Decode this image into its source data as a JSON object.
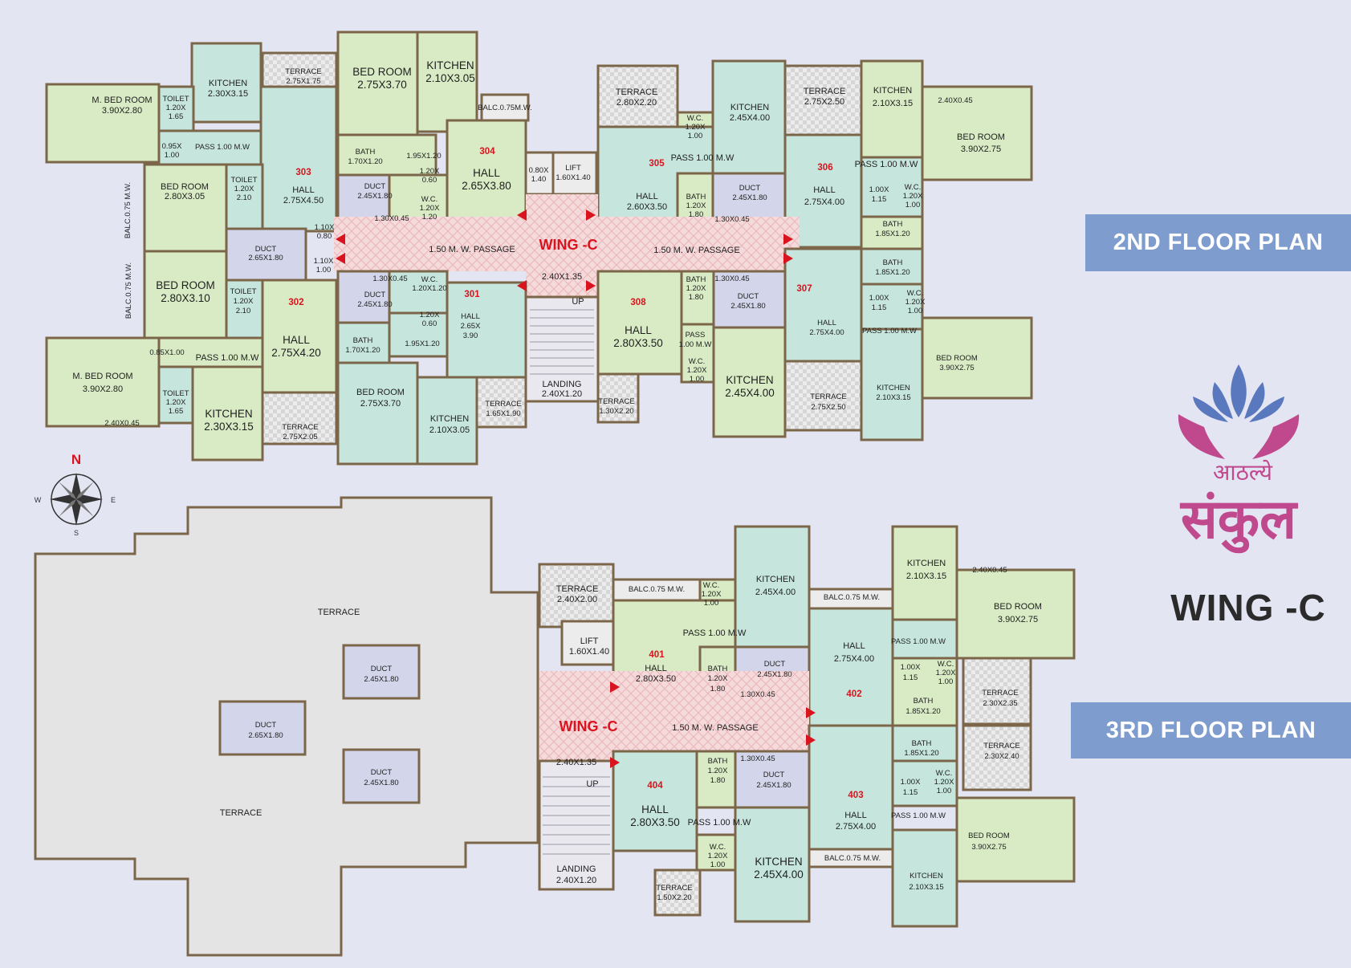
{
  "banners": {
    "floor2": "2ND  FLOOR PLAN",
    "floor3": "3RD  FLOOR PLAN"
  },
  "wing_label": "WING -C",
  "logo": {
    "top_word": "आठल्ये",
    "main_word": "संकुल",
    "color": "#c0498e",
    "lotus_color": "#5a78bd"
  },
  "compass": {
    "n": "N",
    "e": "E",
    "s": "S",
    "w": "W"
  },
  "colors": {
    "background": "#e3e5f3",
    "room_green": "#d8ebc4",
    "room_teal": "#c6e6dd",
    "passage": "#f3d7d9",
    "duct": "#d3d6ea",
    "terrace": "#e4e4e4",
    "wall": "#7b6649",
    "accent_red": "#d9141e",
    "banner": "#7f9ccf"
  },
  "floor2": {
    "wing": "WING -C",
    "passage_left": "1.50 M. W. PASSAGE",
    "passage_right": "1.50 M. W. PASSAGE",
    "stair_hall": "2.40X1.35",
    "up": "UP",
    "landing": [
      "LANDING",
      "2.40X1.20"
    ],
    "lift": [
      "LIFT",
      "1.60X1.40"
    ],
    "units": [
      "303",
      "304",
      "305",
      "306",
      "302",
      "301",
      "308",
      "307"
    ],
    "rooms": [
      [
        "M. BED ROOM",
        "3.90X2.80"
      ],
      [
        "KITCHEN",
        "2.30X3.15"
      ],
      [
        "TERRACE",
        "2.75X1.75"
      ],
      [
        "TOILET",
        "1.20X",
        "1.65"
      ],
      [
        "0.95X",
        "1.00"
      ],
      [
        "PASS 1.00 M.W"
      ],
      [
        "HALL",
        "2.75X4.50"
      ],
      [
        "BED ROOM",
        "2.80X3.05"
      ],
      [
        "TOILET",
        "1.20X",
        "2.10"
      ],
      [
        "BALC.0.75 M.W."
      ],
      [
        "DUCT",
        "2.65X1.80"
      ],
      [
        "1.10X",
        "0.80"
      ],
      [
        "1.10X",
        "1.00"
      ],
      [
        "BED ROOM",
        "2.75X3.70"
      ],
      [
        "KITCHEN",
        "2.10X3.05"
      ],
      [
        "BATH",
        "1.70X1.20"
      ],
      [
        "1.95X1.20"
      ],
      [
        "HALL",
        "2.65X3.80"
      ],
      [
        "BALC.0.75M.W."
      ],
      [
        "1.20X",
        "0.60"
      ],
      [
        "W.C.",
        "1.20X",
        "1.20"
      ],
      [
        "DUCT",
        "2.45X1.80"
      ],
      [
        "1.30X0.45"
      ],
      [
        "0.80X",
        "1.40"
      ],
      [
        "TERRACE",
        "2.80X2.20"
      ],
      [
        "W.C.",
        "1.20X",
        "1.00"
      ],
      [
        "KITCHEN",
        "2.45X4.00"
      ],
      [
        "PASS 1.00 M.W"
      ],
      [
        "HALL",
        "2.60X3.50"
      ],
      [
        "BATH",
        "1.20X",
        "1.80"
      ],
      [
        "DUCT",
        "2.45X1.80"
      ],
      [
        "1.30X0.45"
      ],
      [
        "TERRACE",
        "2.75X2.50"
      ],
      [
        "KITCHEN",
        "2.10X3.15"
      ],
      [
        "2.40X0.45"
      ],
      [
        "BED ROOM",
        "3.90X2.75"
      ],
      [
        "PASS 1.00 M.W"
      ],
      [
        "HALL",
        "2.75X4.00"
      ],
      [
        "1.00X",
        "1.15"
      ],
      [
        "W.C.",
        "1.20X",
        "1.00"
      ],
      [
        "BATH",
        "1.85X1.20"
      ],
      [
        "BED ROOM",
        "2.80X3.10"
      ],
      [
        "TOILET",
        "1.20X",
        "2.10"
      ],
      [
        "HALL",
        "2.75X4.20"
      ],
      [
        "0.85X1.00"
      ],
      [
        "PASS 1.00 M.W"
      ],
      [
        "M. BED ROOM",
        "3.90X2.80"
      ],
      [
        "2.40X0.45"
      ],
      [
        "TOILET",
        "1.20X",
        "1.65"
      ],
      [
        "KITCHEN",
        "2.30X3.15"
      ],
      [
        "TERRACE",
        "2.75X2.05"
      ],
      [
        "BALC.0.75 M.W."
      ],
      [
        "1.30X0.45"
      ],
      [
        "DUCT",
        "2.45X1.80"
      ],
      [
        "W.C.",
        "1.20X1.20"
      ],
      [
        "1.20X",
        "0.60"
      ],
      [
        "HALL",
        "2.65X",
        "3.90"
      ],
      [
        "BATH",
        "1.70X1.20"
      ],
      [
        "1.95X1.20"
      ],
      [
        "BED ROOM",
        "2.75X3.70"
      ],
      [
        "KITCHEN",
        "2.10X3.05"
      ],
      [
        "TERRACE",
        "1.65X1.90"
      ],
      [
        "BATH",
        "1.20X",
        "1.80"
      ],
      [
        "1.30X0.45"
      ],
      [
        "DUCT",
        "2.45X1.80"
      ],
      [
        "HALL",
        "2.80X3.50"
      ],
      [
        "PASS",
        "1.00 M.W"
      ],
      [
        "W.C.",
        "1.20X",
        "1.00"
      ],
      [
        "KITCHEN",
        "2.45X4.00"
      ],
      [
        "TERRACE",
        "1.30X2.20"
      ],
      [
        "BATH",
        "1.85X1.20"
      ],
      [
        "1.00X",
        "1.15"
      ],
      [
        "W.C.",
        "1.20X",
        "1.00"
      ],
      [
        "HALL",
        "2.75X4.00"
      ],
      [
        "PASS 1.00 M.W"
      ],
      [
        "BED ROOM",
        "3.90X2.75"
      ],
      [
        "KITCHEN",
        "2.10X3.15"
      ],
      [
        "TERRACE",
        "2.75X2.50"
      ]
    ]
  },
  "floor3": {
    "wing": "WING -C",
    "passage": "1.50 M. W. PASSAGE",
    "stair_hall": "2.40X1.35",
    "up": "UP",
    "landing": [
      "LANDING",
      "2.40X1.20"
    ],
    "lift": [
      "LIFT",
      "1.60X1.40"
    ],
    "terrace_big": "TERRACE",
    "terrace_big_2": "TERRACE",
    "ducts": [
      [
        "DUCT",
        "2.45X1.80"
      ],
      [
        "DUCT",
        "2.65X1.80"
      ],
      [
        "DUCT",
        "2.45X1.80"
      ]
    ],
    "units": [
      "401",
      "402",
      "404",
      "403"
    ],
    "rooms": [
      [
        "TERRACE",
        "2.40X2.00"
      ],
      [
        "BALC.0.75 M.W."
      ],
      [
        "W.C.",
        "1.20X",
        "1.00"
      ],
      [
        "KITCHEN",
        "2.45X4.00"
      ],
      [
        "PASS 1.00 M.W"
      ],
      [
        "HALL",
        "2.80X3.50"
      ],
      [
        "BATH",
        "1.20X",
        "1.80"
      ],
      [
        "DUCT",
        "2.45X1.80"
      ],
      [
        "1.30X0.45"
      ],
      [
        "KITCHEN",
        "2.10X3.15"
      ],
      [
        "2.40X0.45"
      ],
      [
        "BED ROOM",
        "3.90X2.75"
      ],
      [
        "BALC.0.75 M.W."
      ],
      [
        "HALL",
        "2.75X4.00"
      ],
      [
        "PASS 1.00 M.W"
      ],
      [
        "1.00X",
        "1.15"
      ],
      [
        "W.C.",
        "1.20X",
        "1.00"
      ],
      [
        "BATH",
        "1.85X1.20"
      ],
      [
        "TERRACE",
        "2.30X2.35"
      ],
      [
        "BATH",
        "1.20X",
        "1.80"
      ],
      [
        "1.30X0.45"
      ],
      [
        "DUCT",
        "2.45X1.80"
      ],
      [
        "HALL",
        "2.80X3.50"
      ],
      [
        "PASS 1.00 M.W"
      ],
      [
        "W.C.",
        "1.20X",
        "1.00"
      ],
      [
        "KITCHEN",
        "2.45X4.00"
      ],
      [
        "TERRACE",
        "1.50X2.20"
      ],
      [
        "BATH",
        "1.85X1.20"
      ],
      [
        "TERRACE",
        "2.30X2.40"
      ],
      [
        "1.00X",
        "1.15"
      ],
      [
        "W.C.",
        "1.20X",
        "1.00"
      ],
      [
        "HALL",
        "2.75X4.00"
      ],
      [
        "PASS 1.00 M.W"
      ],
      [
        "BED ROOM",
        "3.90X2.75"
      ],
      [
        "BALC.0.75 M.W."
      ],
      [
        "KITCHEN",
        "2.10X3.15"
      ]
    ]
  }
}
